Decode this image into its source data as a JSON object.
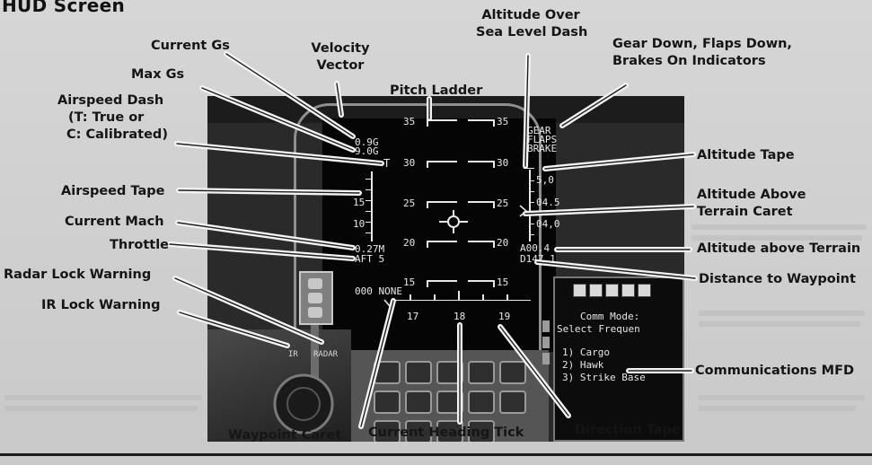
{
  "title": "HUD Screen",
  "labels": {
    "current_gs": "Current Gs",
    "max_gs": "Max Gs",
    "airspeed_dash_1": "Airspeed Dash",
    "airspeed_dash_2": "(T: True or",
    "airspeed_dash_3": "C: Calibrated)",
    "airspeed_tape": "Airspeed Tape",
    "current_mach": "Current Mach",
    "throttle": "Throttle",
    "radar_lock": "Radar Lock Warning",
    "ir_lock": "IR Lock Warning",
    "velocity_vector_1": "Velocity",
    "velocity_vector_2": "Vector",
    "pitch_ladder": "Pitch Ladder",
    "alt_sea_1": "Altitude Over",
    "alt_sea_2": "Sea Level Dash",
    "gear_1": "Gear Down, Flaps Down,",
    "gear_2": "Brakes On Indicators",
    "altitude_tape": "Altitude Tape",
    "terrain_caret_1": "Altitude Above",
    "terrain_caret_2": "Terrain Caret",
    "alt_terrain": "Altitude above Terrain",
    "distance": "Distance to Waypoint",
    "comm_mfd": "Communications MFD",
    "waypoint_caret": "Waypoint Caret",
    "heading_tick": "Current Heading Tick",
    "direction_tape": "Direction Tape"
  },
  "hud": {
    "g_current": "0.9G",
    "g_max": "9.0G",
    "airspeed_dash": "T",
    "speed_15": "15",
    "speed_10": "10",
    "mach": "0.27M",
    "throttle": "AFT 5",
    "waypoint": "000 NONE",
    "pitch_left": [
      "35",
      "30",
      "25",
      "20",
      "15"
    ],
    "pitch_right": [
      "35",
      "30",
      "25",
      "20",
      "15"
    ],
    "gear": "GEAR",
    "flaps": "FLAPS",
    "brake": "BRAKE",
    "alt_50": "5,0",
    "alt_45": "04.5",
    "alt_40": "04,0",
    "alt_terrain": "A00.4",
    "distance": "D147.1",
    "heading_17": "17",
    "heading_18": "18",
    "heading_19": "19"
  },
  "cockpit": {
    "ir_label": "IR",
    "radar_label": "RADAR"
  },
  "mfd": {
    "line1": "Comm Mode:",
    "line2": "Select Frequen",
    "line3": "1) Cargo",
    "line4": "2) Hawk",
    "line5": "3) Strike Base"
  }
}
